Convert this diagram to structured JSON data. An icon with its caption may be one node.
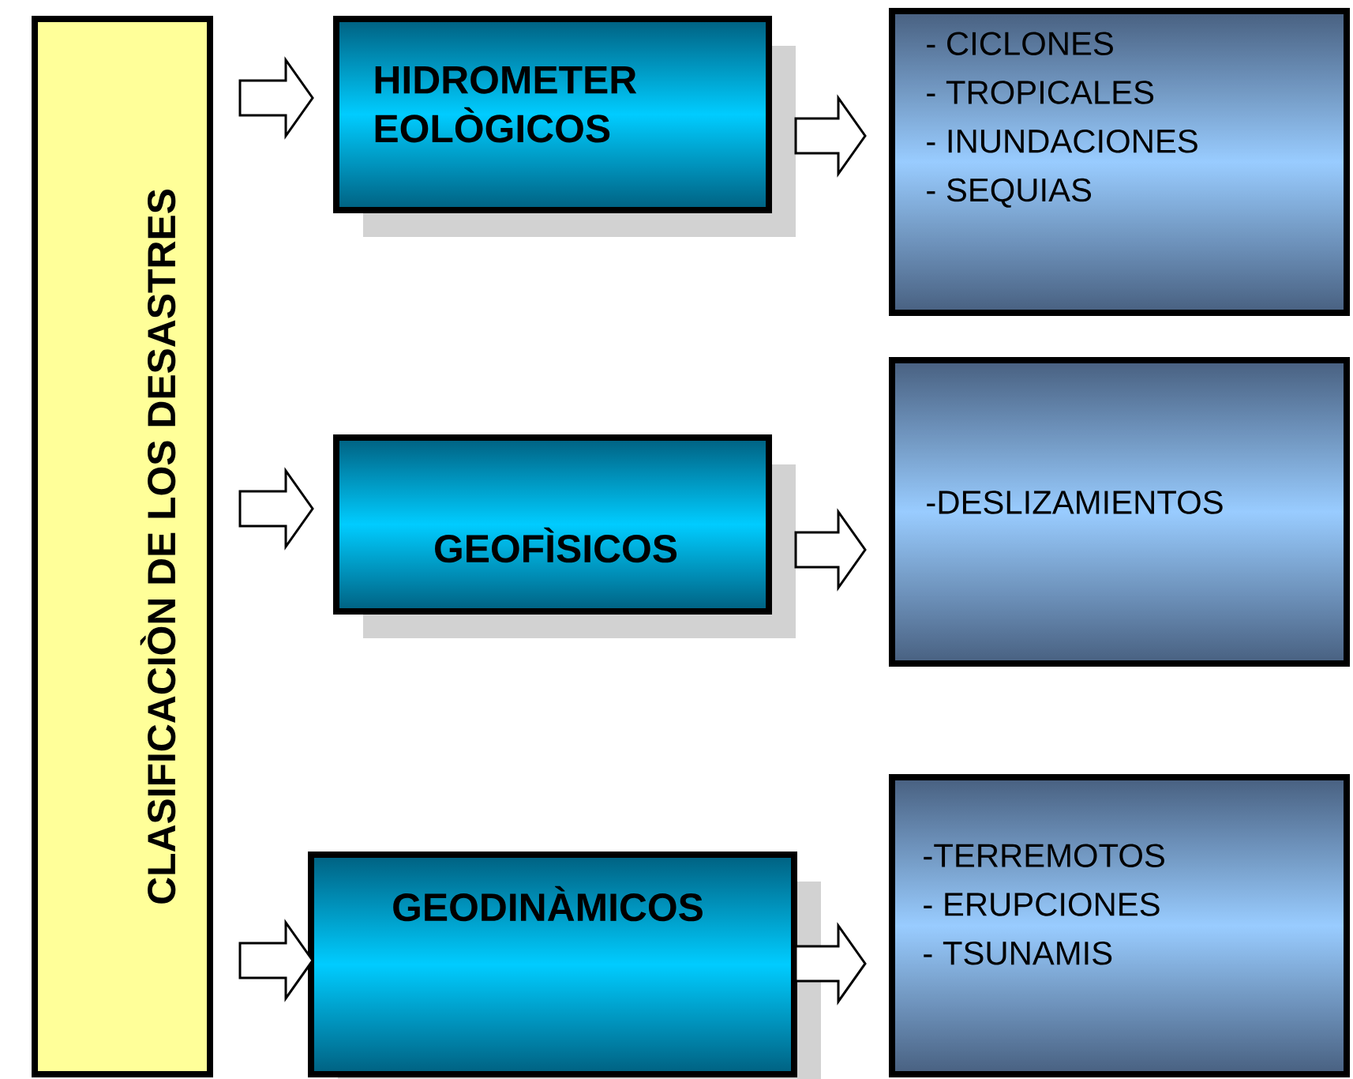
{
  "diagram": {
    "nodes": [
      {
        "text": [
          "CLASIFICACIÒN DE LOS DESASTRES"
        ]
      },
      {
        "text": [
          "HIDROMETER EOLÒGICOS"
        ]
      },
      {
        "text": [
          "GEOFÌSICOS"
        ]
      },
      {
        "text": [
          "GEODINÀMICOS"
        ]
      },
      {
        "text": [
          "- CICLONES",
          "- TROPICALES",
          "- INUNDACIONES",
          "- SEQUIAS"
        ]
      },
      {
        "text": [
          "-DESLIZAMIENTOS"
        ]
      },
      {
        "text": [
          "-TERREMOTOS",
          "- ERUPCIONES",
          "- TSUNAMIS"
        ]
      }
    ],
    "edges": [
      {
        "from": 0,
        "to": 1,
        "arrow": "to"
      },
      {
        "from": 0,
        "to": 2,
        "arrow": "to"
      },
      {
        "from": 0,
        "to": 3,
        "arrow": "to"
      },
      {
        "from": 1,
        "to": 4,
        "arrow": "to"
      },
      {
        "from": 2,
        "to": 5,
        "arrow": "to"
      },
      {
        "from": 3,
        "to": 6,
        "arrow": "to"
      }
    ]
  }
}
